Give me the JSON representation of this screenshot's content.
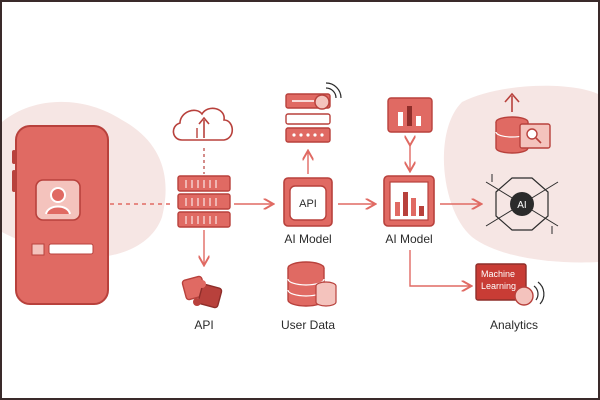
{
  "diagram": {
    "colors": {
      "accent": "#e06a63",
      "accent_dark": "#b8413c",
      "blob": "#f6e6e4",
      "text": "#2b2b2b"
    },
    "nodes": {
      "phone": {
        "icon": "smartphone-user-icon"
      },
      "cloud": {
        "icon": "cloud-upload-icon"
      },
      "server": {
        "icon": "server-stack-icon"
      },
      "api_puzzle": {
        "icon": "puzzle-icon",
        "label": "API"
      },
      "top_server": {
        "icon": "wireless-server-icon"
      },
      "api_model": {
        "icon": "api-box-icon",
        "badge": "API",
        "label": "AI Model"
      },
      "user_data": {
        "icon": "database-icon",
        "label": "User Data"
      },
      "top_chart": {
        "icon": "bar-chart-icon"
      },
      "ai_model": {
        "icon": "bar-chart-box-icon",
        "label": "AI Model"
      },
      "analytics": {
        "icon": "machine-learning-badge-icon",
        "badge_line1": "Machine",
        "badge_line2": "Learning",
        "label": "Analytics"
      },
      "upload_db": {
        "icon": "database-upload-icon"
      },
      "ai_chip": {
        "icon": "ai-chip-icon",
        "badge": "AI"
      }
    }
  }
}
